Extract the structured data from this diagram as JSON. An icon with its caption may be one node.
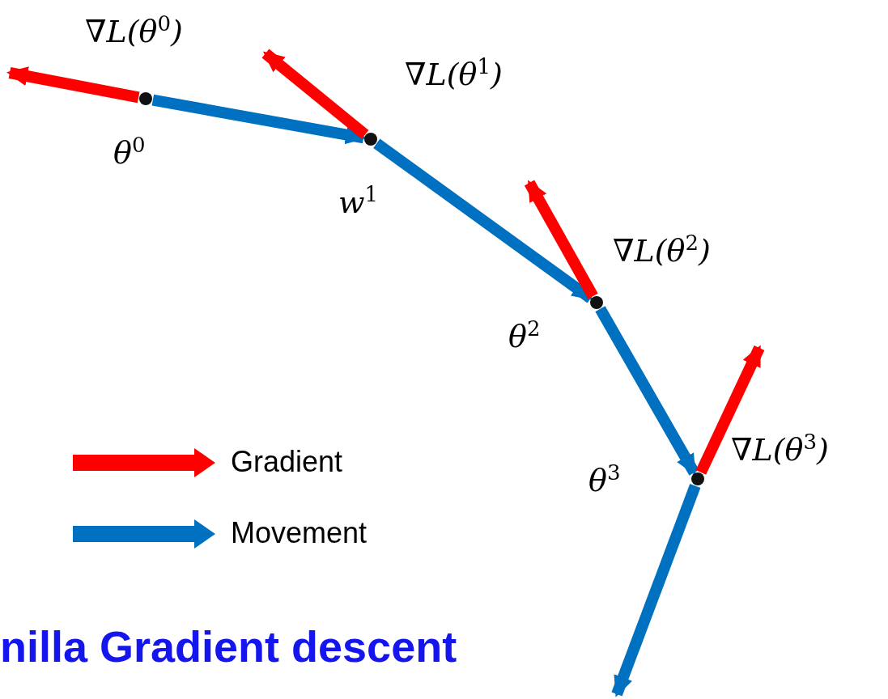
{
  "diagram": {
    "title": "nilla Gradient descent",
    "nodes": [
      {
        "text": [],
        "shape": "circle",
        "beside": [
          "θ$^{0}$"
        ]
      },
      {
        "text": [],
        "shape": "circle",
        "beside": [
          "w$^{1}$"
        ]
      },
      {
        "text": [],
        "shape": "circle",
        "beside": [
          "θ$^{2}$"
        ]
      },
      {
        "text": [],
        "shape": "circle",
        "beside": [
          "θ$^{3}$"
        ]
      }
    ],
    "edges": [
      {
        "from": 0,
        "to": 1,
        "arrow": "to",
        "color": "#0070c0"
      },
      {
        "from": 1,
        "to": 2,
        "arrow": "to",
        "color": "#0070c0"
      },
      {
        "from": 2,
        "to": 3,
        "arrow": "to",
        "color": "#0070c0"
      },
      {
        "from": 3,
        "to": null,
        "arrow": "to",
        "color": "#0070c0"
      },
      {
        "from": 0,
        "to": null,
        "arrow": "to",
        "color": "#ff0000",
        "label": "∇L(θ$^{0}$)"
      },
      {
        "from": 1,
        "to": null,
        "arrow": "to",
        "color": "#ff0000",
        "label": "∇L(θ$^{1}$)"
      },
      {
        "from": 2,
        "to": null,
        "arrow": "to",
        "color": "#ff0000",
        "label": "∇L(θ$^{2}$)"
      },
      {
        "from": 3,
        "to": null,
        "arrow": "to",
        "color": "#ff0000",
        "label": "∇L(θ$^{3}$)"
      }
    ],
    "legend": [
      {
        "text": "Gradient"
      },
      {
        "text": "Movement"
      }
    ]
  }
}
